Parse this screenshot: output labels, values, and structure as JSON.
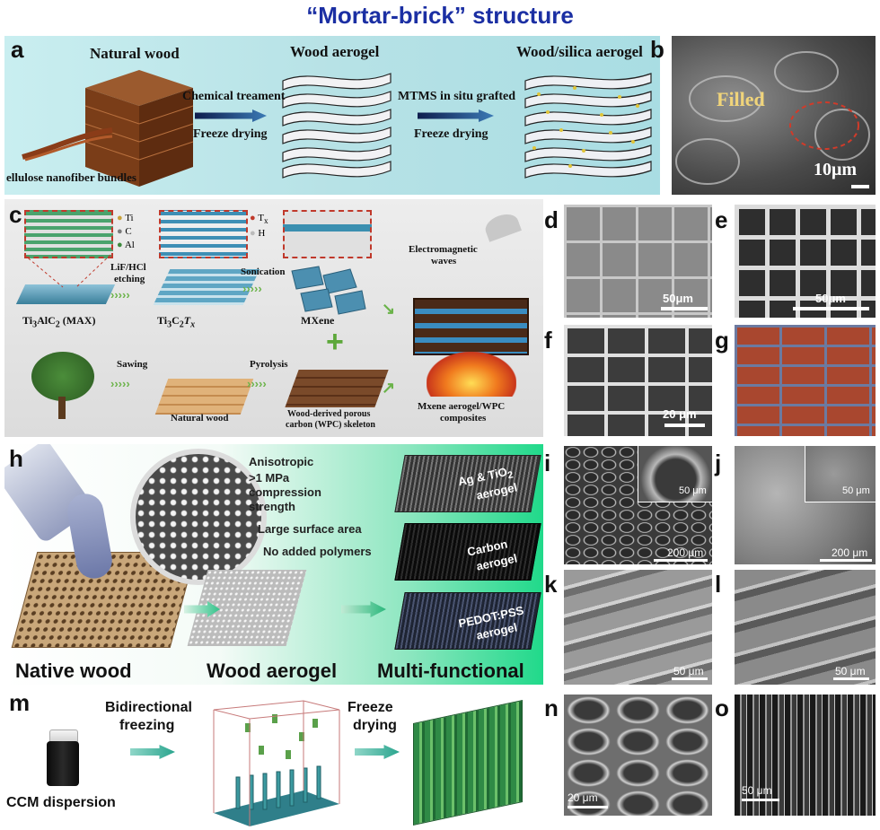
{
  "figure": {
    "title": "“Mortar-brick” structure"
  },
  "labels": {
    "a": "a",
    "b": "b",
    "c": "c",
    "d": "d",
    "e": "e",
    "f": "f",
    "g": "g",
    "h": "h",
    "i": "i",
    "j": "j",
    "k": "k",
    "l": "l",
    "m": "m",
    "n": "n",
    "o": "o"
  },
  "panel_a": {
    "natural_wood": "Natural wood",
    "wood_aerogel": "Wood aerogel",
    "wood_silica": "Wood/silica aerogel",
    "chem": "Chemical treament",
    "freeze1": "Freeze drying",
    "mtms": "MTMS in situ grafted",
    "freeze2": "Freeze drying",
    "bundles": "ellulose nanofiber bundles"
  },
  "panel_b": {
    "filled": "Filled",
    "scale": "10μm"
  },
  "panel_c": {
    "ti": "Ti",
    "c": "C",
    "al": "Al",
    "tx": "T",
    "tx_sub": "x",
    "h": "H",
    "lif": "LiF/HCl",
    "etching": "etching",
    "sonication": "Sonication",
    "max_a": "Ti",
    "max_b": "3",
    "max_c": "AlC",
    "max_d": "2",
    "max_e": " (MAX)",
    "tic_a": "Ti",
    "tic_b": "3",
    "tic_c": "C",
    "tic_d": "2",
    "tic_e": "T",
    "tic_f": "x",
    "mxene": "MXene",
    "em1": "Electromagnetic",
    "em2": "waves",
    "sawing": "Sawing",
    "pyrolysis": "Pyrolysis",
    "natural_wood": "Natural wood",
    "wpc1": "Wood-derived porous",
    "wpc2": "carbon (WPC) skeleton",
    "comp1": "Mxene aerogel/WPC",
    "comp2": "composites"
  },
  "panel_d": {
    "scale": "50μm"
  },
  "panel_e": {
    "scale": "50μm"
  },
  "panel_f": {
    "scale": "20 μm"
  },
  "panel_h": {
    "anisotropic": "Anisotropic",
    "mpa": ">1 MPa",
    "compression": "compression",
    "strength": "strength",
    "surface": "Large surface area",
    "polymers": "No added polymers",
    "ag": "Ag & TiO",
    "ag_sub": "2",
    "ag2": "aerogel",
    "carbon": "Carbon",
    "carbon2": "aerogel",
    "pedot": "PEDOT:PSS",
    "pedot2": "aerogel",
    "native": "Native wood",
    "wood_aerogel": "Wood aerogel",
    "multi": "Multi-functional"
  },
  "panel_i": {
    "scale_in": "50 μm",
    "scale": "200 μm"
  },
  "panel_j": {
    "scale_in": "50 μm",
    "scale": "200 μm"
  },
  "panel_k": {
    "scale": "50 μm"
  },
  "panel_l": {
    "scale": "50 μm"
  },
  "panel_m": {
    "bidir1": "Bidirectional",
    "bidir2": "freezing",
    "freeze1": "Freeze",
    "freeze2": "drying",
    "ccm": "CCM dispersion"
  },
  "panel_n": {
    "scale": "20 μm"
  },
  "panel_o": {
    "scale": "50 μm"
  },
  "colors": {
    "title": "#1b2fa3",
    "arrow": "#3aa6a0",
    "panel_a_bg": "#bfe6e8"
  }
}
